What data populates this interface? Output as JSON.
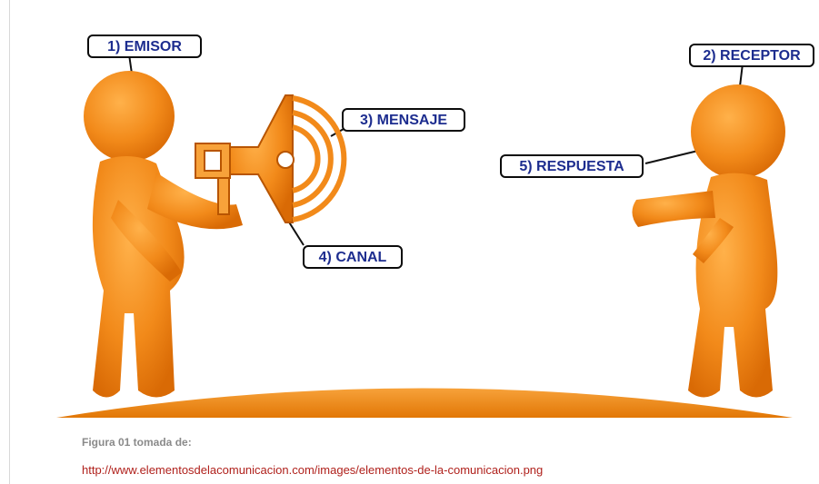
{
  "labels": {
    "emisor": "1) EMISOR",
    "receptor": "2) RECEPTOR",
    "mensaje": "3) MENSAJE",
    "canal": "4) CANAL",
    "respuesta": "5) RESPUESTA"
  },
  "caption": "Figura 01 tomada de:",
  "source_url": "http://www.elementosdelacomunicacion.com/images/elementos-de-la-comunicacion.png",
  "colors": {
    "figure_orange": "#f28a1a",
    "label_text": "#1d2d8f",
    "link": "#b0211c",
    "caption": "#8a8a8a"
  }
}
